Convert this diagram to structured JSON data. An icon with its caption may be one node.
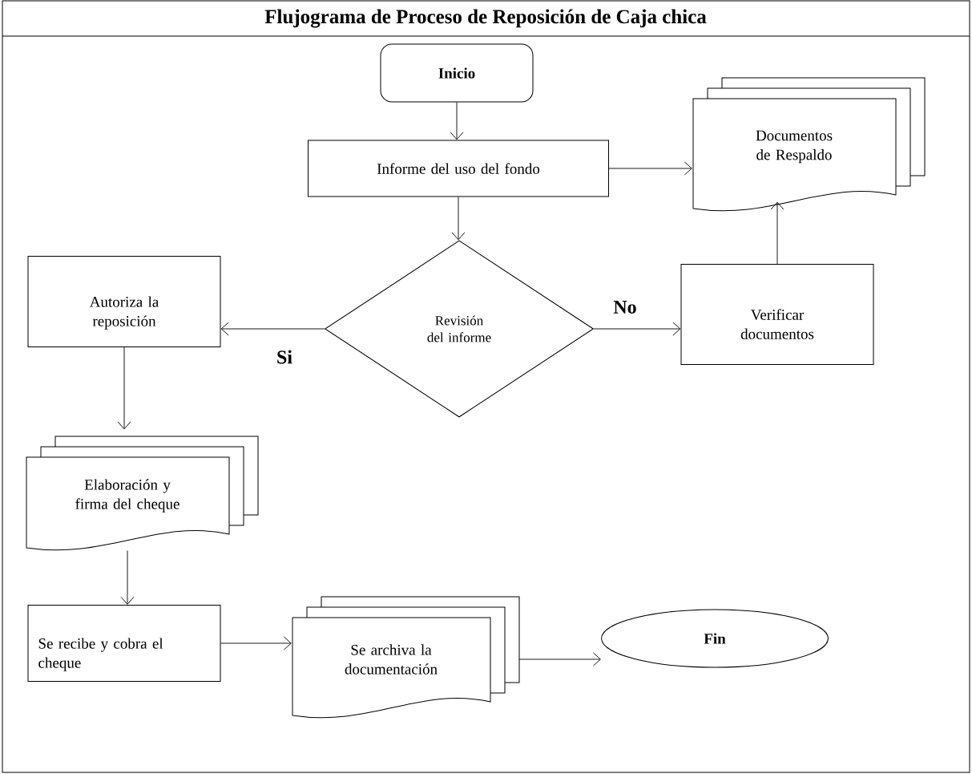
{
  "diagram": {
    "title": "Flujograma de Proceso de Reposición de Caja chica",
    "nodes": [
      {
        "text": [
          "Inicio"
        ]
      },
      {
        "text": [
          "Informe del uso del fondo"
        ]
      },
      {
        "text": [
          "Documentos de Respaldo"
        ]
      },
      {
        "text": [
          "Revisión del informe"
        ]
      },
      {
        "text": [
          "Autoriza la reposición"
        ]
      },
      {
        "text": [
          "Verificar documentos"
        ]
      },
      {
        "text": [
          "Elaboración y firma del cheque"
        ]
      },
      {
        "text": [
          "Se recibe y cobra el cheque"
        ]
      },
      {
        "text": [
          "Se archiva la documentación"
        ]
      },
      {
        "text": [
          "Fin"
        ]
      }
    ],
    "edges": [
      {
        "from": 0,
        "to": 1,
        "arrow": "to"
      },
      {
        "from": 1,
        "to": 2,
        "arrow": "to"
      },
      {
        "from": 1,
        "to": 3,
        "arrow": "to"
      },
      {
        "from": 3,
        "to": 4,
        "arrow": "to",
        "label": "Si"
      },
      {
        "from": 3,
        "to": 5,
        "arrow": "to",
        "label": "No"
      },
      {
        "from": 5,
        "to": 2,
        "arrow": "to"
      },
      {
        "from": 4,
        "to": 6,
        "arrow": "to"
      },
      {
        "from": 6,
        "to": 7,
        "arrow": "to"
      },
      {
        "from": 7,
        "to": 8,
        "arrow": "to"
      },
      {
        "from": 8,
        "to": 9,
        "arrow": "to"
      }
    ]
  }
}
